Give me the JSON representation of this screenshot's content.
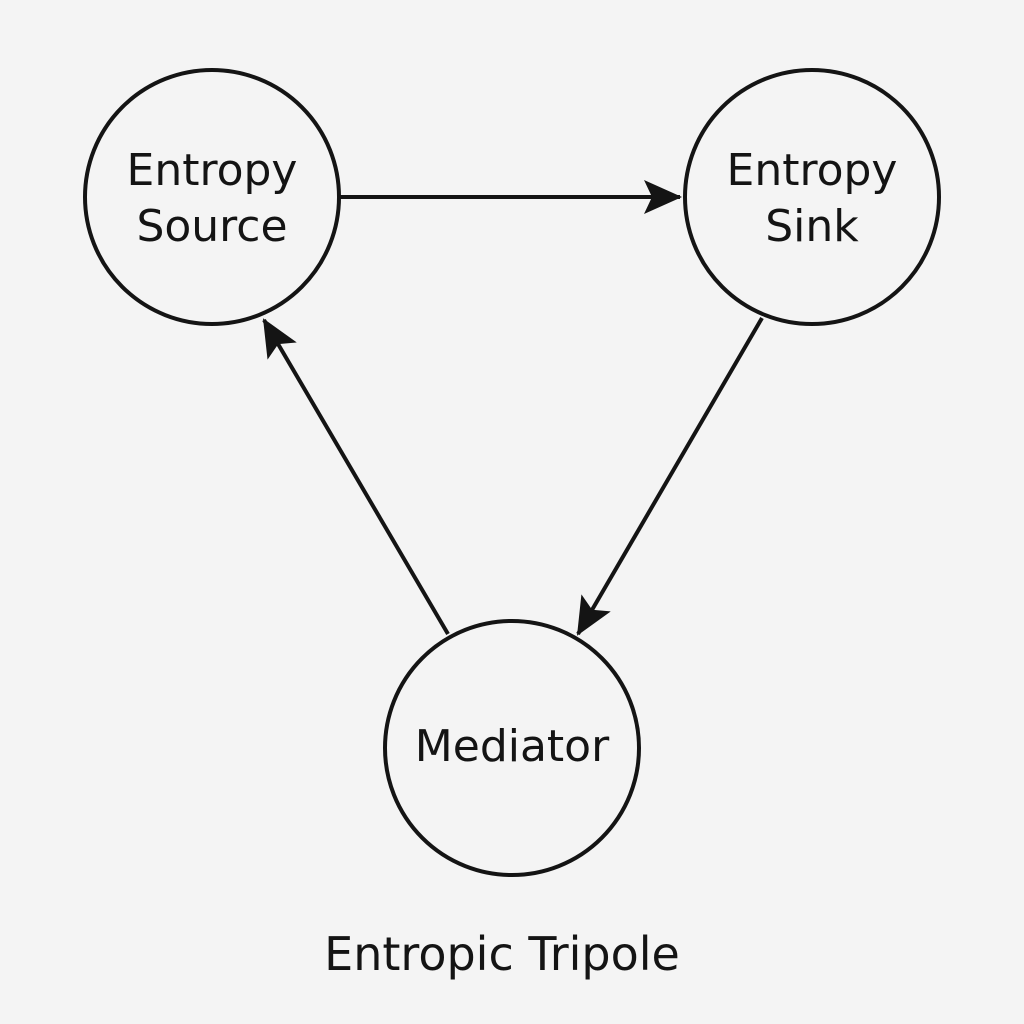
{
  "diagram": {
    "caption": "Entropic Tripole",
    "nodes": {
      "source": {
        "line1": "Entropy",
        "line2": "Source"
      },
      "sink": {
        "line1": "Entropy",
        "line2": "Sink"
      },
      "mediator": {
        "label": "Mediator"
      }
    },
    "edges": [
      {
        "from": "source",
        "to": "sink"
      },
      {
        "from": "sink",
        "to": "mediator"
      },
      {
        "from": "mediator",
        "to": "source"
      }
    ],
    "colors": {
      "stroke": "#141414",
      "background": "#f4f4f4"
    }
  }
}
